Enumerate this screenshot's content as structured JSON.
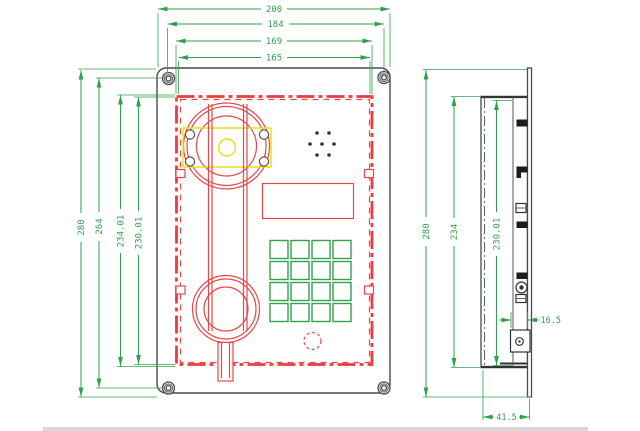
{
  "drawing_type": "telephone enclosure dimensional drawing",
  "front_view": {
    "dims_top": [
      "200",
      "184",
      "169",
      "165"
    ],
    "dims_left": [
      "280",
      "264",
      "234.01",
      "230.01"
    ]
  },
  "side_view": {
    "dims_vertical": [
      "280",
      "234",
      "230.01"
    ],
    "dim_bracket_depth": "16.5",
    "dim_body_depth": "41.5"
  },
  "colors": {
    "dimension_green": "#30a14e",
    "part_red": "#ee3b3b",
    "highlight_yellow": "#e7df1e",
    "outline_gray": "#4a4a4a"
  }
}
